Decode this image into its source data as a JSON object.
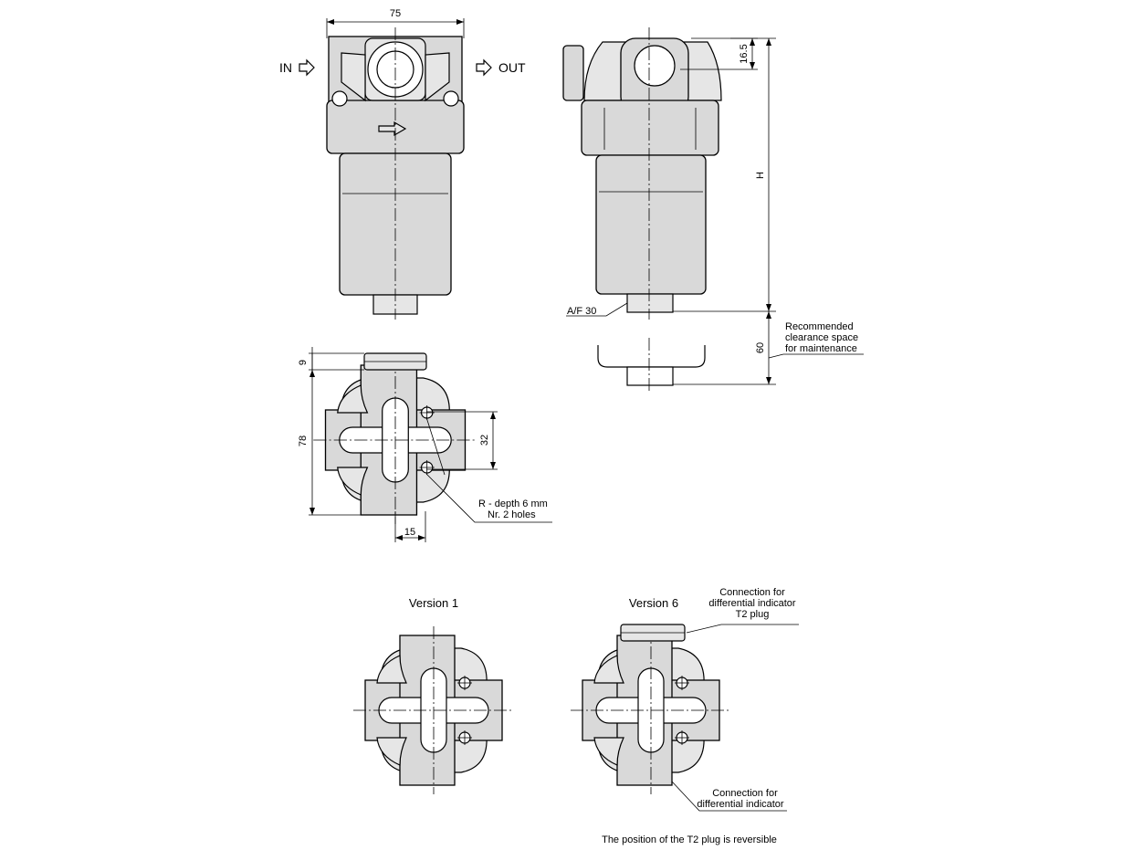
{
  "dimensions": {
    "width_75": "75",
    "height_16_5": "16.5",
    "height_h": "H",
    "clearance_60": "60",
    "top_9": "9",
    "side_78": "78",
    "port_32": "32",
    "bottom_15": "15"
  },
  "labels": {
    "in": "IN",
    "out": "OUT",
    "af": "A/F 30",
    "clearance": [
      "Recommended",
      "clearance space",
      "for maintenance"
    ],
    "holes": [
      "R - depth 6 mm",
      "Nr. 2 holes"
    ],
    "version1": "Version 1",
    "version6": "Version 6",
    "t2_connection": [
      "Connection for",
      "differential indicator",
      "T2 plug"
    ],
    "diff_connection": [
      "Connection for",
      "differential indicator"
    ],
    "footer": "The position of the T2 plug is reversible"
  }
}
